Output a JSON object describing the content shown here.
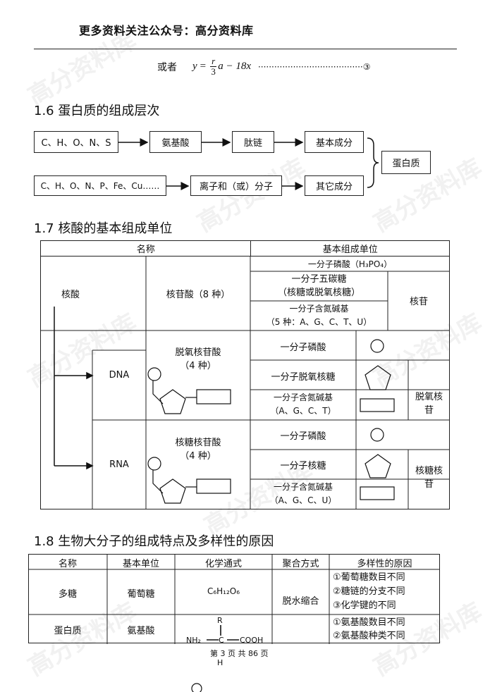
{
  "header": {
    "title": "更多资料关注公众号：高分资料库"
  },
  "formula": {
    "lead": "或者",
    "y": "y",
    "eq": "=",
    "num": "r",
    "den": "3",
    "rest": "a − 18x",
    "dots": "·······································③"
  },
  "section16": {
    "title": "1.6 蛋白质的组成层次",
    "row1": [
      "C、H、O、N、S",
      "氨基酸",
      "肽链",
      "基本成分"
    ],
    "row2": [
      "C、H、O、N、P、Fe、Cu……",
      "离子和（或）分子",
      "其它成分"
    ],
    "result": "蛋白质"
  },
  "section17": {
    "title": "1.7 核酸的基本组成单位",
    "head_name": "名称",
    "head_unit": "基本组成单位",
    "nucleic": "核酸",
    "nucleotide": "核苷酸（8 种）",
    "phosphate_h3po4": "一分子磷酸（H₃PO₄）",
    "pentose_a": "一分子五碳糖",
    "pentose_b": "（核糖或脱氧核糖）",
    "base_a": "一分子含氮碱基",
    "base_b": "（5 种：A、G、C、T、U）",
    "nucleoside": "核苷",
    "dna": "DNA",
    "dna_nt_a": "脱氧核苷酸",
    "dna_nt_b": "（4 种）",
    "phosphate": "一分子磷酸",
    "deoxyribose": "一分子脱氧核糖",
    "dna_base_a": "一分子含氮碱基",
    "dna_base_b": "（A、G、C、T）",
    "deoxynucleoside_a": "脱氧核",
    "deoxynucleoside_b": "苷",
    "rna": "RNA",
    "rna_nt_a": "核糖核苷酸",
    "rna_nt_b": "（4 种）",
    "ribose": "一分子核糖",
    "rna_base_a": "一分子含氮碱基",
    "rna_base_b": "（A、G、C、U）",
    "ribonucleoside_a": "核糖核",
    "ribonucleoside_b": "苷"
  },
  "section18": {
    "title": "1.8 生物大分子的组成特点及多样性的原因",
    "headers": [
      "名称",
      "基本单位",
      "化学通式",
      "聚合方式",
      "多样性的原因"
    ],
    "polysaccharide": "多糖",
    "glucose": "葡萄糖",
    "glucose_formula": "C₆H₁₂O₆",
    "polymerization": "脱水缩合",
    "sugar_reasons": [
      "①葡萄糖数目不同",
      "②糖链的分支不同",
      "③化学键的不同"
    ],
    "protein": "蛋白质",
    "amino_acid": "氨基酸",
    "aa_formula": {
      "r": "R",
      "nh2": "NH₂",
      "c": "C",
      "cooh": "COOH",
      "h": "H"
    },
    "protein_reasons": [
      "①氨基酸数目不同",
      "②氨基酸种类不同"
    ]
  },
  "footer": {
    "text": "第 3 页 共 86 页"
  },
  "watermark": "高分资料库"
}
